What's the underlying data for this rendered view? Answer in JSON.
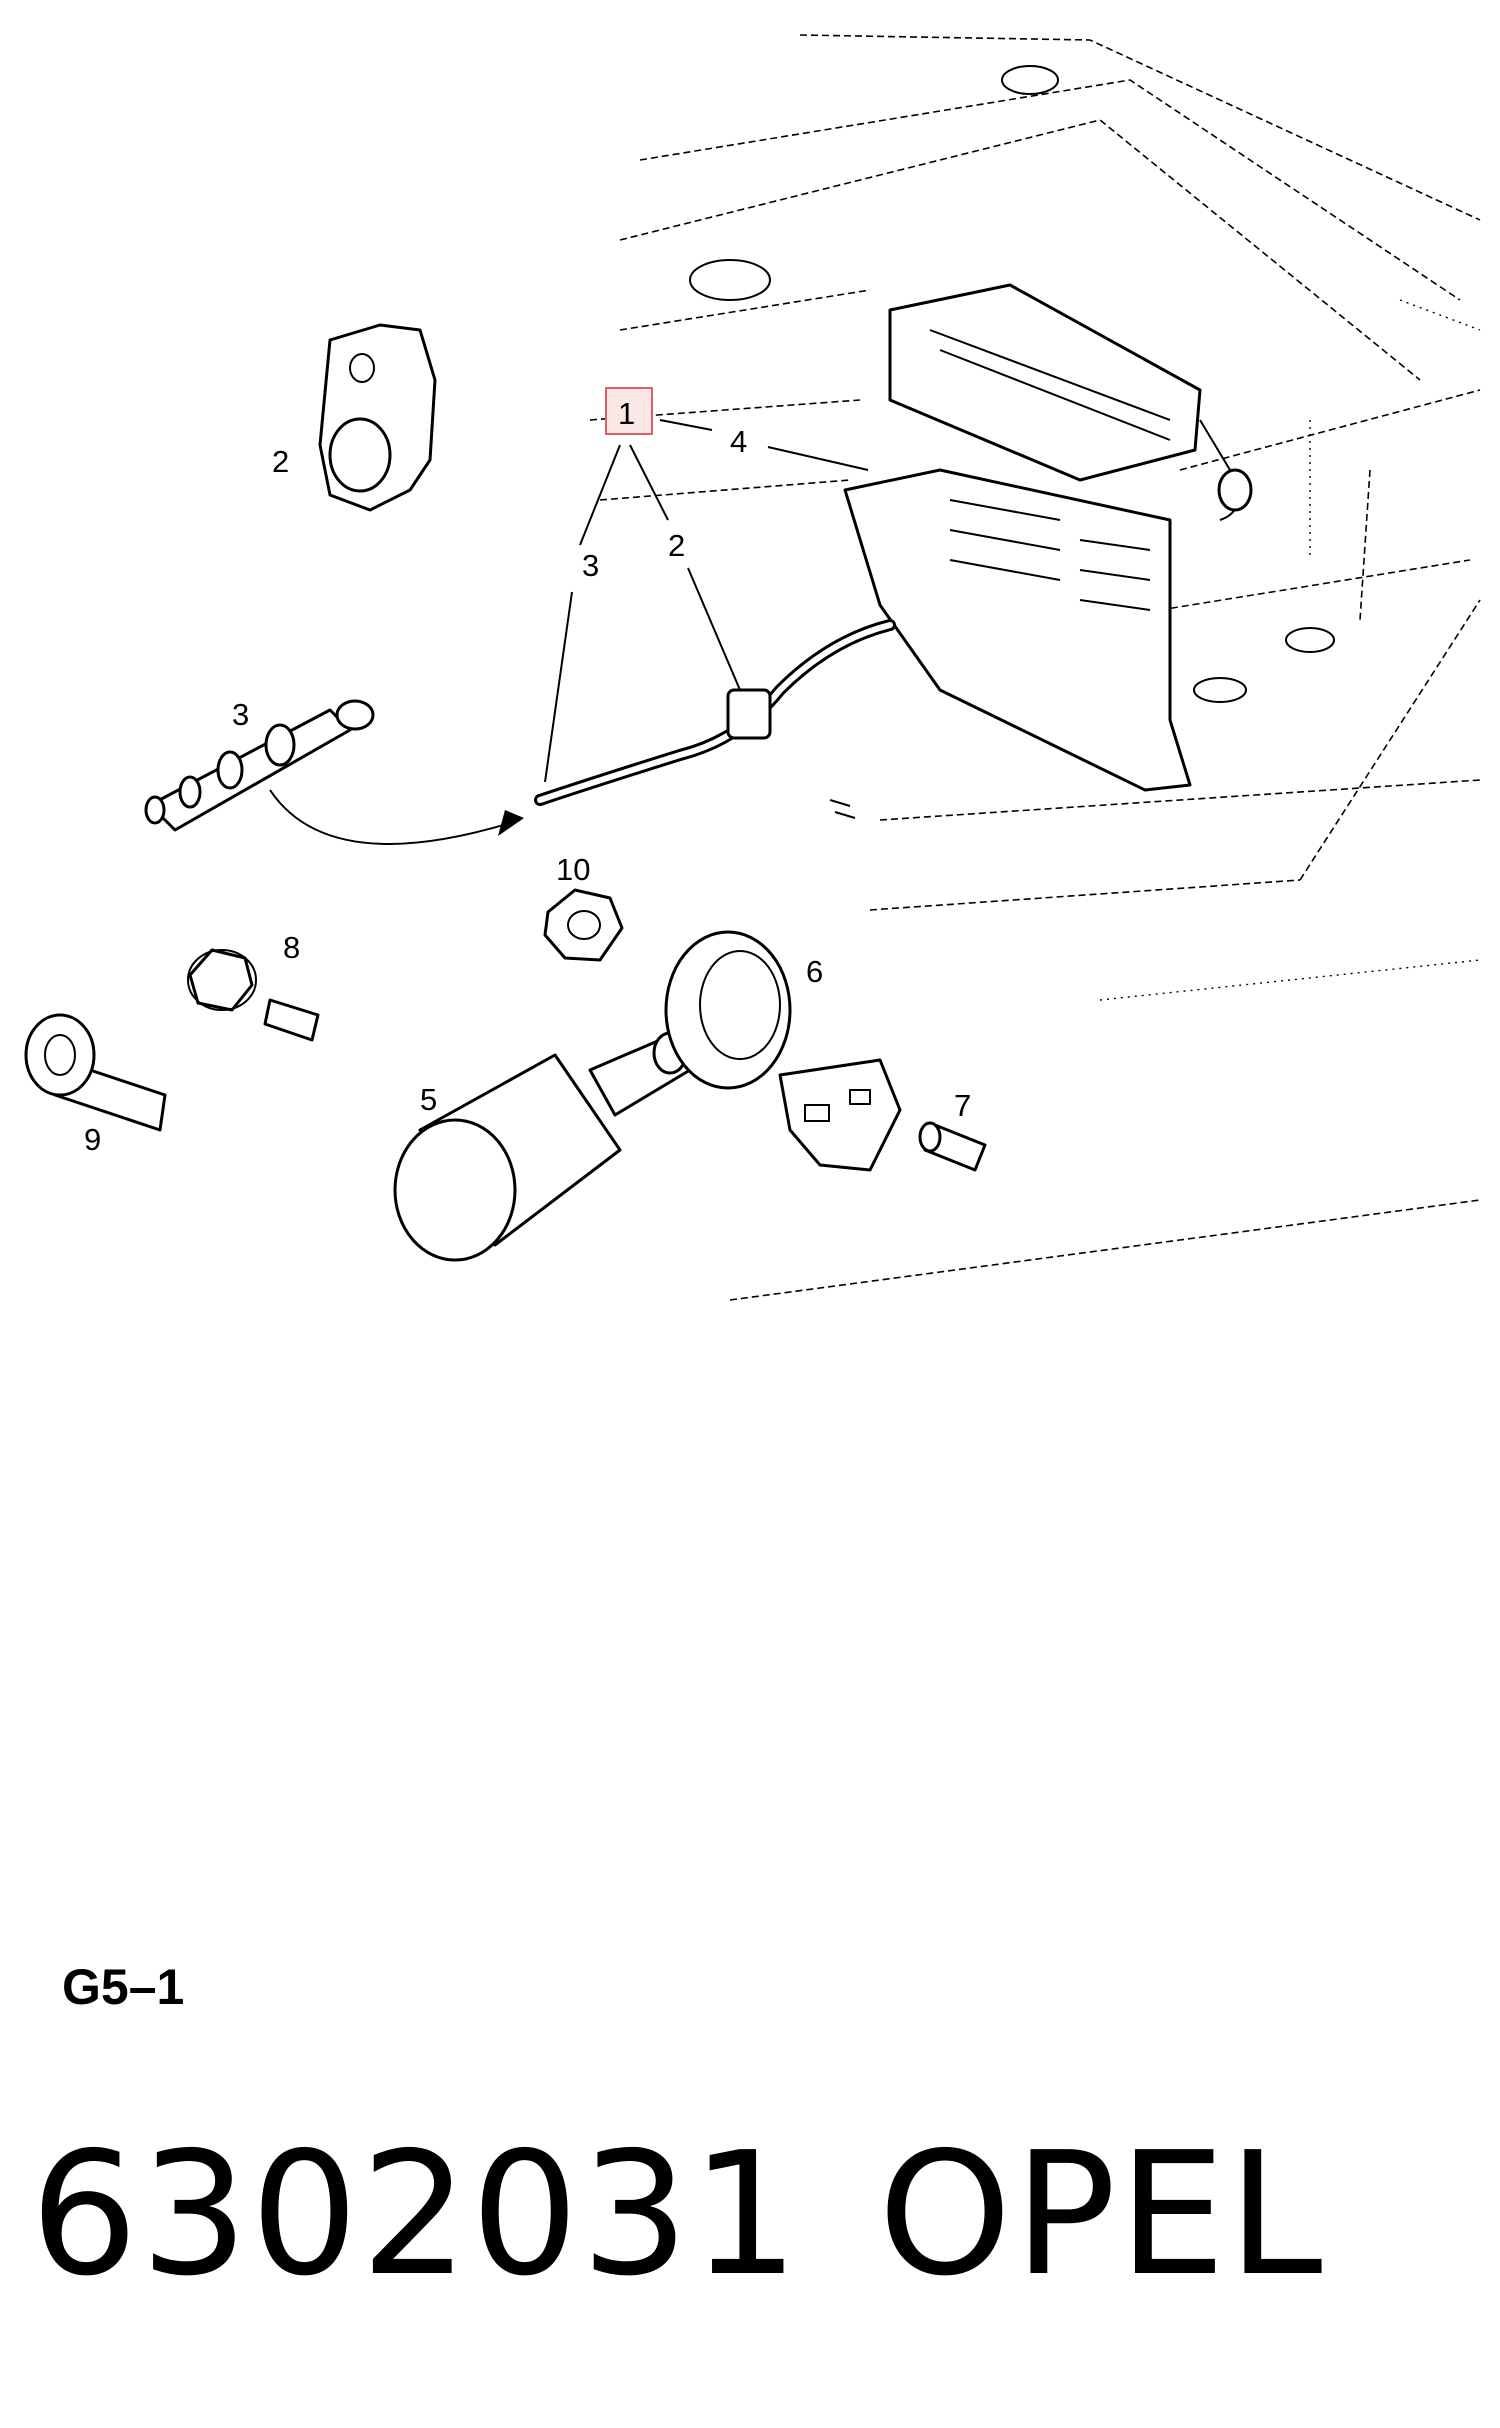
{
  "diagram": {
    "code": "G5–1",
    "part_number": "6302031",
    "brand": "OPEL",
    "callouts": {
      "c1": "1",
      "c2a": "2",
      "c2b": "2",
      "c3a": "3",
      "c3b": "3",
      "c4": "4",
      "c5": "5",
      "c6": "6",
      "c7": "7",
      "c8": "8",
      "c9": "9",
      "c10": "10"
    },
    "highlight_color": "#e06060",
    "highlight_fill": "#fde8e8"
  }
}
